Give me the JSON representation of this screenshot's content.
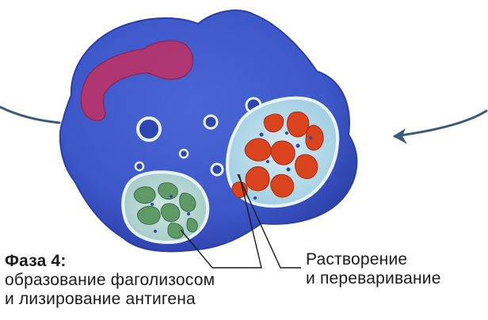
{
  "phase": {
    "title": "Фаза 4:",
    "line1": "образование фаголизосом",
    "line2": "и лизирование антигена"
  },
  "result": {
    "line1": "Растворение",
    "line2": "и переваривание"
  },
  "colors": {
    "cell_body": "#3d57c9",
    "cell_edge": "#2a3fa8",
    "nucleus": "#b5356d",
    "vacuole": "#bfe0ee",
    "antigen_red": "#d9431d",
    "antigen_green": "#5f9a66",
    "arrow": "#3c5a7a",
    "text": "#1b1b1b"
  }
}
